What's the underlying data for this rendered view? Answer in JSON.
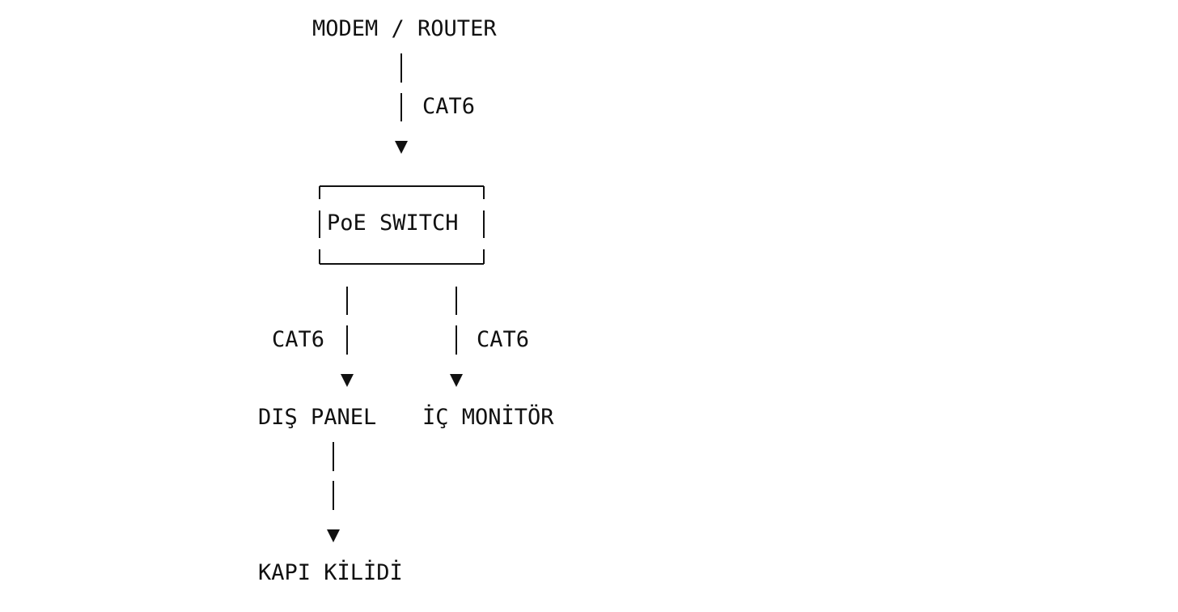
{
  "nodes": {
    "modem_router": "MODEM / ROUTER",
    "poe_switch": "PoE SWITCH",
    "outdoor_panel": "DIŞ PANEL",
    "indoor_monitor": "İÇ MONİTÖR",
    "door_lock": "KAPI KİLİDİ"
  },
  "links": {
    "router_to_switch": "CAT6",
    "switch_to_panel": "CAT6",
    "switch_to_monitor": "CAT6"
  },
  "colors": {
    "ink": "#111111",
    "background": "#ffffff"
  }
}
